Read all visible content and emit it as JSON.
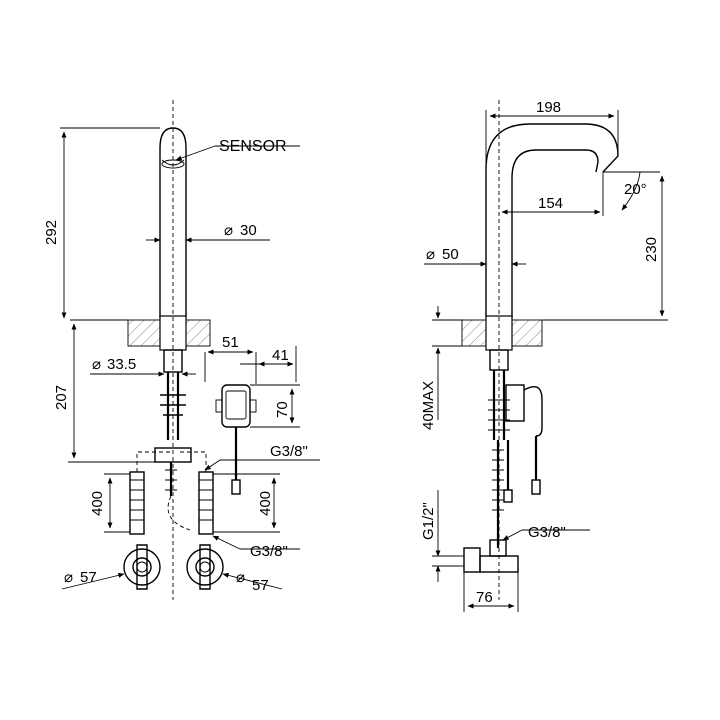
{
  "labels": {
    "sensor": "SENSOR",
    "height_292": "292",
    "dia_30": "30",
    "depth_207": "207",
    "dia_33_5": "33.5",
    "w_51": "51",
    "w_41": "41",
    "h_70": "70",
    "g38_box": "G3/8\"",
    "hose_400_left": "400",
    "hose_400_right": "400",
    "g38_right": "G3/8\"",
    "dia_57_left": "57",
    "dia_57_right": "57",
    "reach_198": "198",
    "reach_154": "154",
    "angle_20": "20°",
    "height_230": "230",
    "dia_50": "50",
    "max_40": "40MAX",
    "g12": "G1/2\"",
    "g38_side": "G3/8\"",
    "w_76": "76",
    "diameter_symbol": "⌀"
  }
}
